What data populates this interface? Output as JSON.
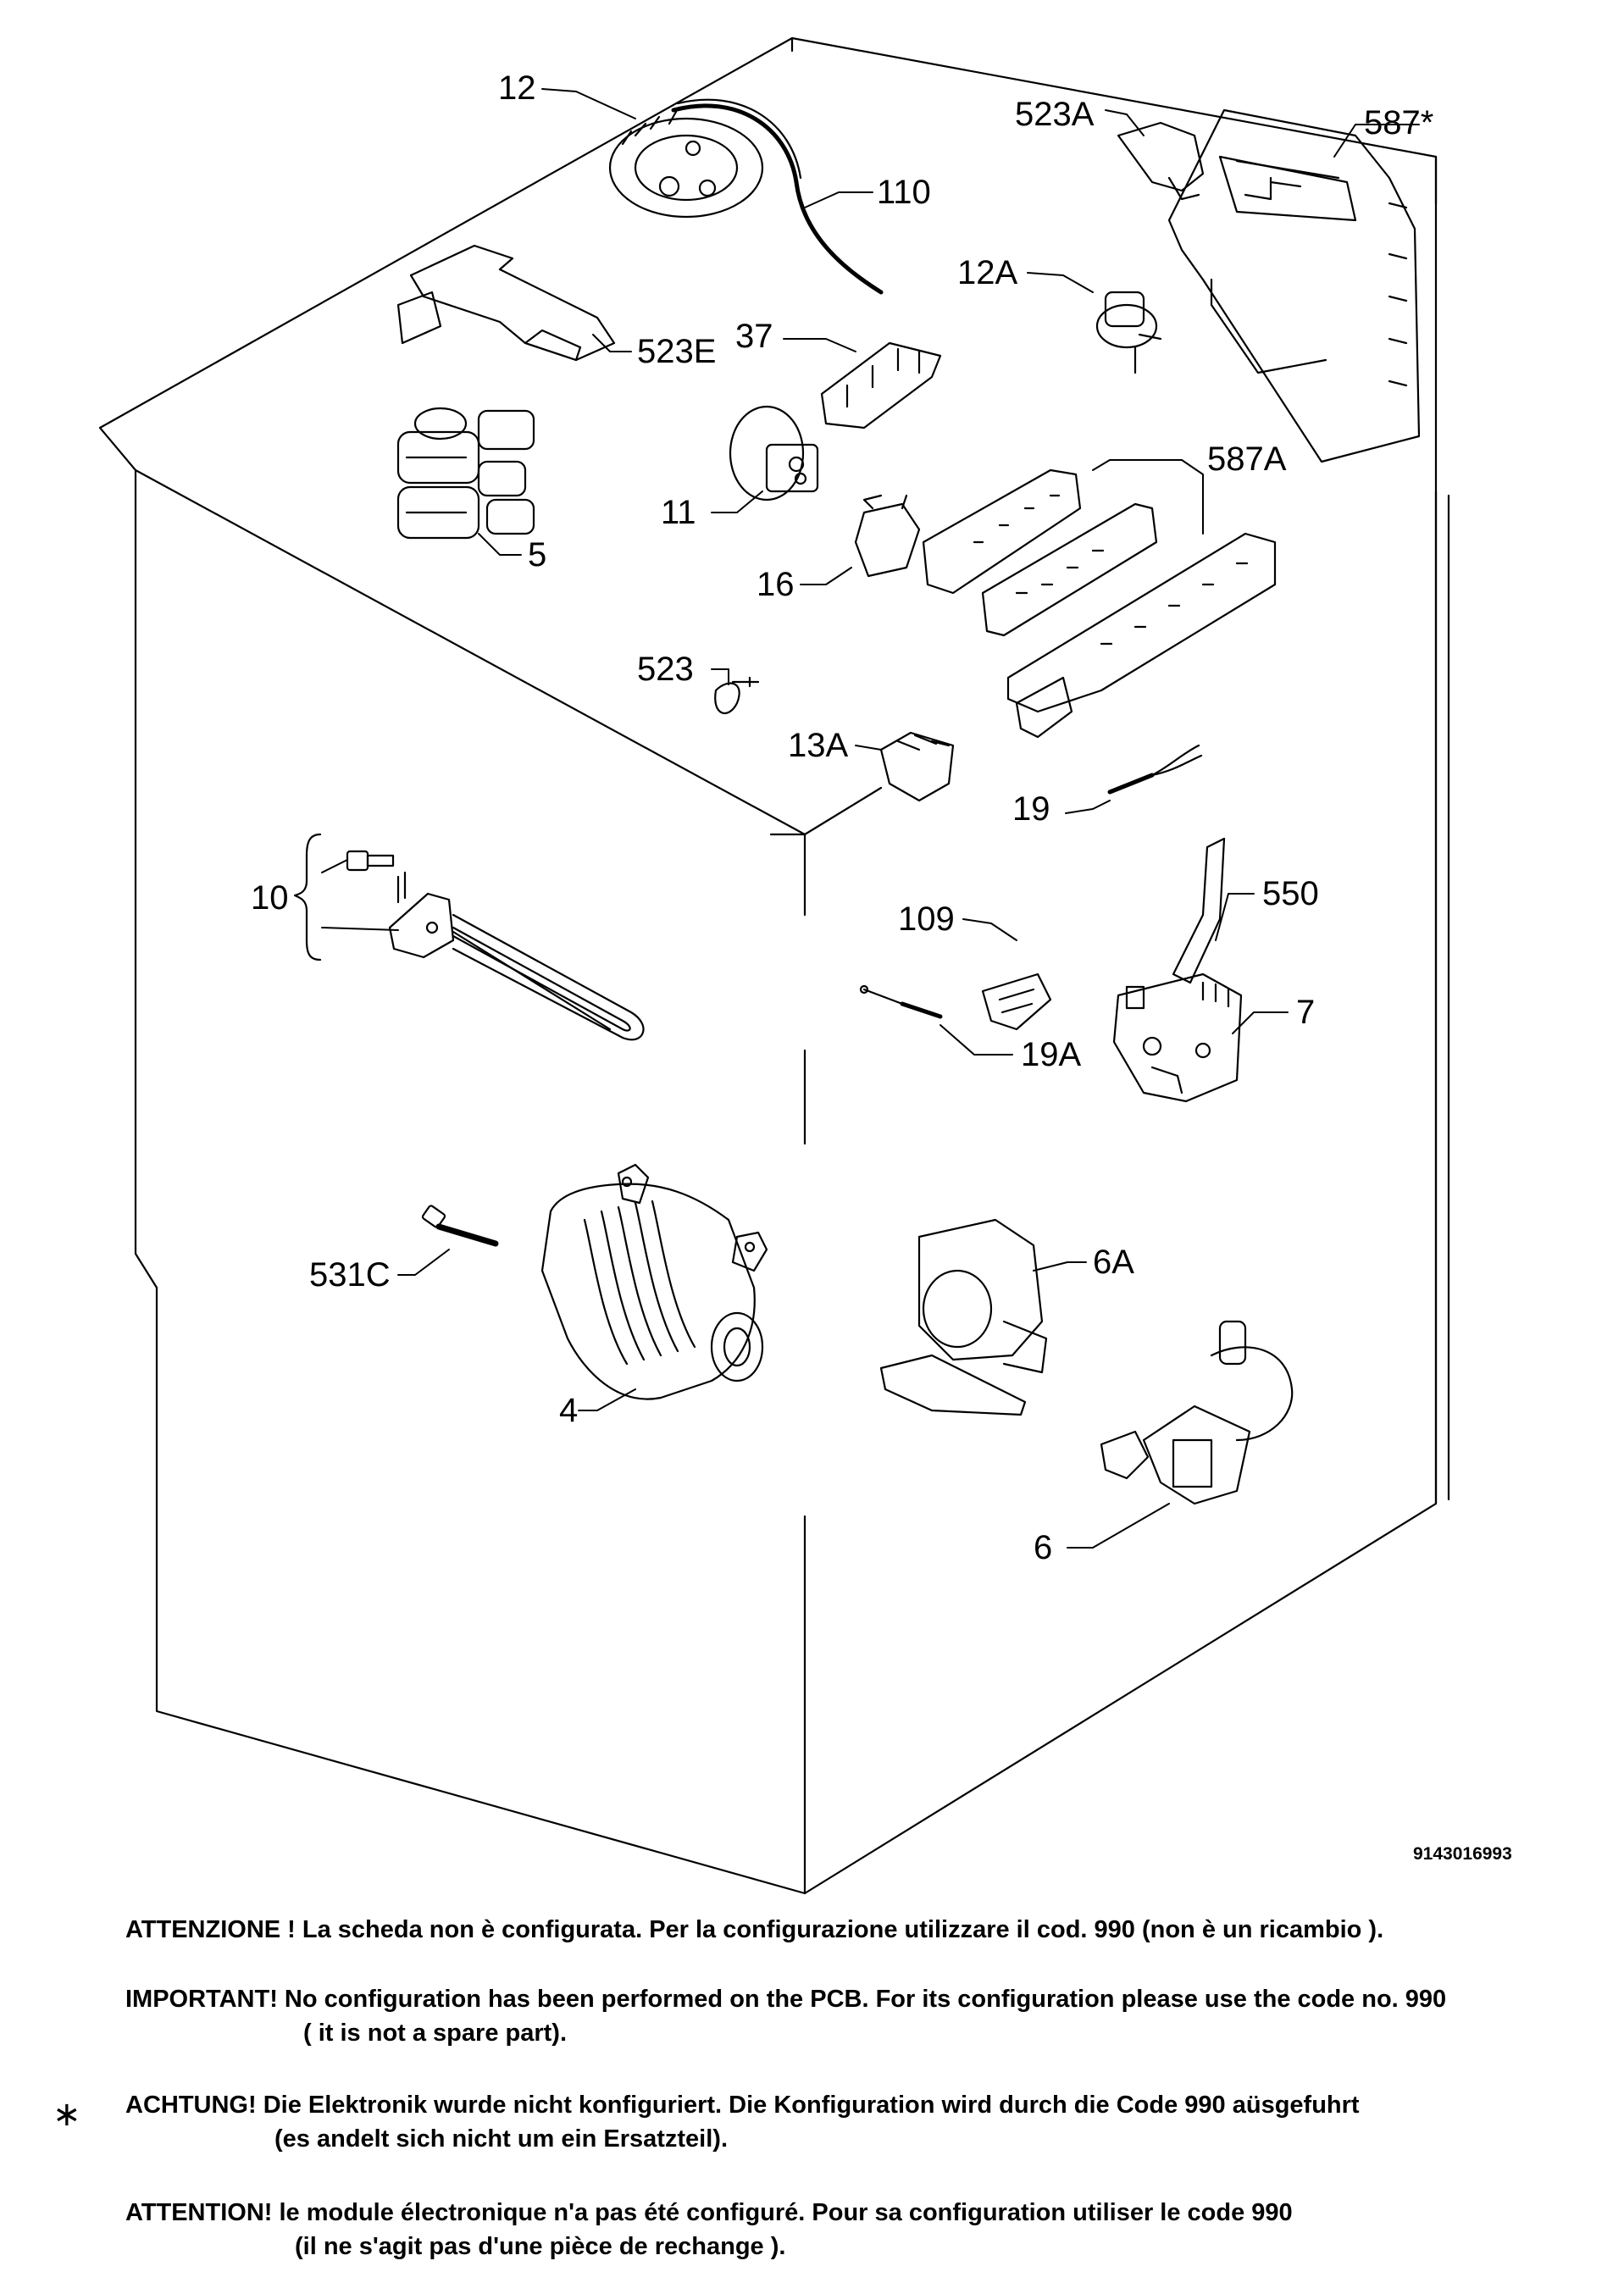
{
  "diagram": {
    "drawing_code": "9143016993",
    "callouts": {
      "c12": "12",
      "c110": "110",
      "c523a": "523A",
      "c587star": "587*",
      "c12a": "12A",
      "c523e": "523E",
      "c37": "37",
      "c587a": "587A",
      "c11": "11",
      "c5": "5",
      "c16": "16",
      "c523": "523",
      "c13a": "13A",
      "c19": "19",
      "c10": "10",
      "c109": "109",
      "c550": "550",
      "c7": "7",
      "c19a": "19A",
      "c531c": "531C",
      "c6a": "6A",
      "c4": "4",
      "c6": "6"
    }
  },
  "notes": {
    "it": "ATTENZIONE ! La scheda non è  configurata. Per la configurazione utilizzare il cod. 990 (non è un ricambio ).",
    "en_1": "IMPORTANT! No configuration has been performed on the PCB. For its configuration please use the code no. 990",
    "en_2": "( it is not a spare part).",
    "asterisk": "∗",
    "de_1": "ACHTUNG! Die Elektronik wurde nicht konfiguriert. Die Konfiguration wird durch die Code 990 aüsgefuhrt",
    "de_2": "(es andelt sich nicht um ein Ersatzteil).",
    "fr_1": "ATTENTION! le module électronique n'a pas été configuré. Pour  sa configuration utiliser le code 990",
    "fr_2": "(il ne s'agit pas d'une pièce de rechange )."
  }
}
